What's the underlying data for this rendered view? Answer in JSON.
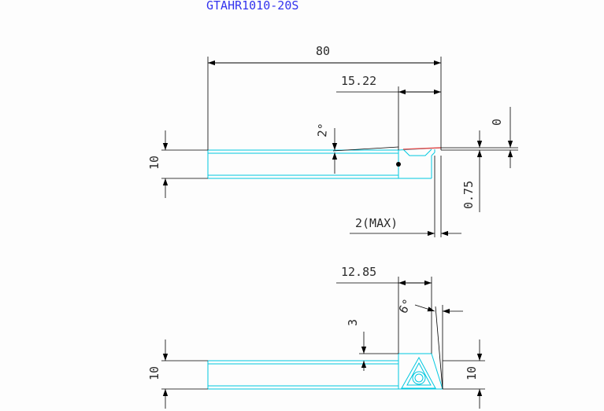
{
  "drawing": {
    "title": "GTAHR1010-20S",
    "colors": {
      "title": "#3333ee",
      "outline": "#00c8e0",
      "dimension": "#000000",
      "text": "#2b2b2b",
      "insert_edge": "#e05050"
    },
    "side_view": {
      "overall_length": "80",
      "head_length": "15.22",
      "rake_angle": "2°",
      "shank_height": "10",
      "top_offset": "0",
      "edge_drop": "0.75",
      "max_overhang": "2(MAX)"
    },
    "top_view": {
      "head_length": "12.85",
      "clearance_angle": "6°",
      "step": "3",
      "shank_width_left": "10",
      "shank_width_right": "10"
    }
  }
}
